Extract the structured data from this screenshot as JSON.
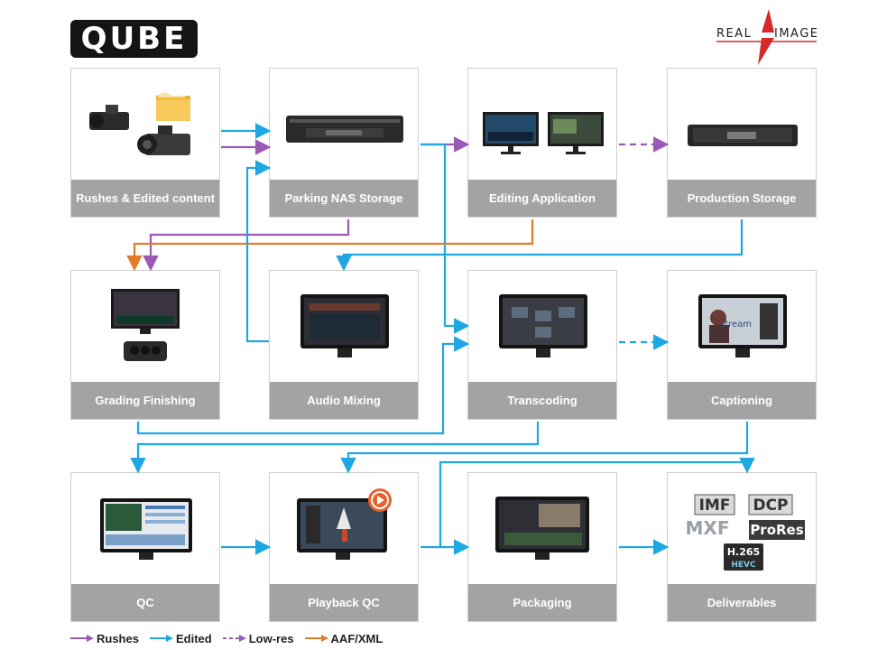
{
  "logos": {
    "qube": "QUBE",
    "realimage_left": "REAL",
    "realimage_right": "IMAGE"
  },
  "nodes": {
    "rushes": "Rushes & Edited content",
    "nas": "Parking NAS Storage",
    "editing": "Editing Application",
    "production": "Production Storage",
    "grading": "Grading Finishing",
    "audio": "Audio Mixing",
    "transcoding": "Transcoding",
    "captioning": "Captioning",
    "qc": "QC",
    "playback": "Playback QC",
    "packaging": "Packaging",
    "deliverables": "Deliverables"
  },
  "formats": {
    "imf": "IMF",
    "dcp": "DCP",
    "mxf": "MXF",
    "prores": "ProRes",
    "h265": "H.265",
    "hevc": "HEVC"
  },
  "screen_text": {
    "stream": "stream"
  },
  "legend": [
    {
      "label": "Rushes",
      "color": "#9b59b6",
      "style": "solid"
    },
    {
      "label": "Edited",
      "color": "#1ea7e0",
      "style": "solid"
    },
    {
      "label": "Low-res",
      "color": "#9b59b6",
      "style": "dashed"
    },
    {
      "label": "AAF/XML",
      "color": "#e07b2a",
      "style": "solid"
    }
  ],
  "colors": {
    "rushes": "#9b59b6",
    "edited": "#1ea7e0",
    "aaf": "#e07b2a",
    "label_bg": "#a3a3a3",
    "brand_red": "#d42a2a"
  }
}
